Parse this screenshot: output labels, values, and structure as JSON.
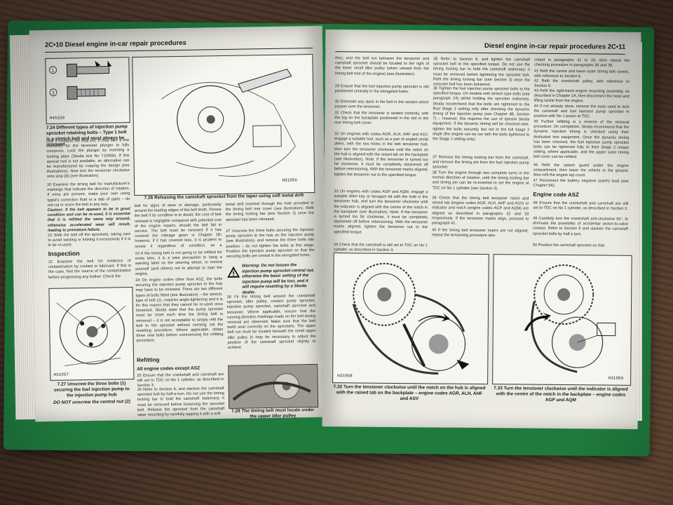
{
  "left_page": {
    "header": "2C•10  Diesel engine in-car repair procedures",
    "fig_724": {
      "id": "H45320",
      "marker_1": "1",
      "marker_2": "2",
      "caption": "7.24 Different types of injection pump sprocket retaining bolts – Type 1 bolt is a stretch bolt and must always be renewed"
    },
    "fig_726": {
      "id": "H31956",
      "caption": "7.26 Releasing the camshaft sprocket from the taper using soft metal drift"
    },
    "col1_text": "until it contacts the stop (A). It may take a few moments for the tensioner plunger to fully compress. Lock the plunger by inserting a locking plate (Skoda tool No T10008). If this special tool is not available, an alternative can be manufactured by copying the design (see illustrations). Now turn the tensioner clockwise onto stop (B) (see illustration).",
    "para20": "20 Examine the timing belt for manufacturer's markings that indicate the direction of rotation. If none are present, make your own using typist's correction fluid or a dab of paint – do not cut or score the belt in any way.",
    "caution": "Caution: If the belt appears to be in good condition and can be re-used, it is essential that it is refitted the same way around, otherwise accelerated wear will result, leading to premature failure.",
    "para21": "21 Slide the belt off the sprockets, taking care to avoid twisting or kinking it excessively if it is to be re-used.",
    "inspection_heading": "Inspection",
    "para22": "22 Examine the belt for evidence of contamination by coolant or lubricant. If this is the case, find the source of the contamination before progressing any further. Check the",
    "fig_727": {
      "id": "H31957",
      "caption": "7.27 Unscrew the three bolts (1) securing the fuel injection pump to the injection pump hub",
      "note": "DO NOT unscrew the central nut (2)"
    },
    "col2_text": "belt for signs of wear or damage, particularly around the leading edges of the belt teeth. Renew the belt if its condition is in doubt; the cost of belt renewal is negligible compared with potential cost of the engine repairs, should the belt fail in service. The belt must be renewed if it has covered the mileage given in Chapter 1B; however, if it has covered less, it is prudent to renew it regardless of condition, as a precautionary measure.",
    "para23": "23 If the timing belt is not going to be refitted for some time, it is a wise precaution to hang a warning label on the steering wheel, to remind yourself (and others) not to attempt to start the engine.",
    "para24": "24 On engine codes other than ASZ, the bolts securing the injection pump sprocket to the hub may have to be renewed. There are two different types of bolts fitted (see illustration) – the stretch-type of bolt (1), requires angle-tightening and it is for this reason that they cannot be re-used once loosened. Skoda state that the pump sprocket must be reset each time the timing belt is removed – it is not acceptable to simply refit the belt to the sprocket without carrying out the resetting procedure. Where applicable, obtain three new bolts before commencing the refitting procedure.",
    "refitting_heading": "Refitting",
    "engine_codes_asz": "All engine codes except ASZ",
    "para25": "25 Ensure that the crankshaft and camshaft are still set to TDC on No 1 cylinder, as described in Section 3.",
    "para26": "26 Refer to Section 8, and slacken the camshaft sprocket bolt by half-a-turn. Do not use the timing locking bar to hold the camshaft stationary; it must be removed before loosening the sprocket bolt. Release the sprocket from the camshaft taper mounting by carefully tapping it with a soft",
    "col3_text": "metal drift inserted through the hole provided in the timing belt rear cover (see illustration). Refit the timing locking bar (see Section 3) once the sprocket has been released.",
    "para27": "27 Unscrew the three bolts securing the injection pump sprocket to the hub on the injection pump (see illustration), and remove the three bolts into position – do not tighten the bolts at this stage. Position the injection pump sprocket so that the securing bolts are central in the elongated holes.",
    "warning": "Warning: Do not loosen the injection pump sprocket central nut, otherwise the basic setting of the injection pump will be lost, and it will require resetting by a Skoda dealer.",
    "para28": "28 Fit the timing belt around the crankshaft sprocket, idler pulley, coolant pump sprocket, injection pump sprocket, camshaft sprocket and tensioner. Where applicable, ensure that the running direction markings made on the belt during removal are observed. Make sure that the belt teeth seat correctly on the sprockets. The upper belt run must be located beneath the small upper idler pulley (it may be necessary to adjust the position of the camshaft sprocket slightly to achieve",
    "fig_728": {
      "caption": "7.28 The timing belt must locate under the upper idler pulley"
    }
  },
  "right_page": {
    "header": "Diesel engine in-car repair procedures  2C•11",
    "col1_text": "this), and the belt run between the tensioner and camshaft sprocket should be located to the right of the lower small idler pulley (when viewed from the timing belt end of the engine) (see illustration).",
    "para29": "29 Ensure that the fuel injection pump sprocket is still positioned centrally in the elongated holes.",
    "para30": "30 Eliminate any slack in the belt in the section which passes over the tensioner.",
    "para31": "31 Check that the tensioner is seated correctly, with the lug on the backplate positioned in the slot in the rear timing belt cover.",
    "para32": "32 On engines with codes AGR, ALH, AHF and ASV, engage a suitable tool, such as a pair of angled circlip pliers, with the two holes in the belt tensioner hub, then turn the tensioner clockwise until the notch on the hub is aligned with the raised tab on the backplate (see illustration). Note: If the tensioner is turned too far clockwise, it must be completely slackened off before retensioning. With the tensioner marks aligned, tighten the tensioner nut to the specified torque.",
    "para33": "33 On engines with codes AGP and AQM, engage a suitable Allen key or hexagon bit with the hole in the tensioner hub, and turn the tensioner clockwise until the indicator is aligned with the centre of the notch in the backplate (see illustration). Note: If the tensioner is turned too far clockwise, it must be completely slackened off before retensioning. With the tensioner marks aligned, tighten the tensioner nut to the specified torque.",
    "para34": "34 Check that the camshaft is still set to TDC on No 1 cylinder, as described in Section 3.",
    "col2_text": "35 Refer to Section 8, and tighten the camshaft sprocket bolt to the specified torque. Do not use the timing locking bar to hold the camshaft stationary; it must be removed before tightening the sprocket bolt. Refit the timing locking bar (see Section 3) once the sprocket bolt has been tightened.",
    "para36": "36 Tighten the fuel injection pump sprocket bolts to the specified torque. On models with stretch type bolts (see paragraph 24) whilst holding the sprocket stationary, Skoda recommend that the bolts are tightened to the final Stage 2 setting only after checking the dynamic timing of the injection pump (see Chapter 4B, Section 7) – however, this requires the use of special Skoda equipment. If the dynamic timing will be checked later, tighten the bolts securely, but not to the full Stage 2 angle (the engine can be run with the bolts tightened to the Stage 1 setting only).",
    "para37": "37 Remove the timing locking bar from the camshaft, and remove the timing pin from the fuel injection pump sprocket.",
    "para38": "38 Turn the engine through two complete turns in the normal direction of rotation, until the timing locking bar and timing pin can be re-inserted to set the engine at TDC on No 1 cylinder (see Section 3).",
    "para39": "39 Check that the timing belt tensioner notch and raised tab (engine codes AGR, ALH, AHF and ASV) or indicator and notch (engine codes AGP and AQM) are aligned as described in paragraphs 32 and 33 respectively. If the tensioner marks align, proceed to paragraph 41.",
    "para40": "40 If the timing belt tensioner marks are not aligned, repeat the tensioning procedure des-",
    "col3_text": "cribed in paragraphs 31 to 33, then repeat the checking procedure in paragraphs 38 and 39.",
    "para41": "41 Refit the centre and lower outer timing belt covers, with reference to Section 6.",
    "para42": "42 Refit the crankshaft pulley, with reference to Section 5.",
    "para43": "43 Refit the right-hand engine mounting assembly, as described in Chapter 1A, then disconnect the hoist and lifting tackle from the engine.",
    "para44": "44 If not already done, remove the tools used to lock the camshaft and fuel injection pump sprocket in position with No 1 piston at TDC.",
    "para45": "45 Further refitting is a reverse of the removal procedure. On completion, Skoda recommend that the dynamic injection timing is checked using their dedicated test equipment. Once the dynamic timing has been checked, the fuel injection pump sprocket bolts can be tightened fully to their Stage 2 torque setting, where applicable, and the upper outer timing belt cover can be refitted.",
    "para46": "46 Refit the splash guard under the engine compartment, then lower the vehicle to the ground. Also refit the engine top cover.",
    "para47": "47 Reconnect the battery negative (earth) lead (see Chapter 5A).",
    "asz_heading": "Engine code ASZ",
    "para48": "48 Ensure that the crankshaft and camshaft are still set to TDC on No 1 cylinder, as described in Section 3.",
    "para49": "49 Carefully turn the crankshaft anti-clockwise 90°, to eliminate the possibility of accidental piston-to-valve contact. Refer to Section 5 and slacken the camshaft sprocket bolts by half a turn.",
    "para50": "50 Position the camshaft sprocket so that",
    "fig_732": {
      "id": "H31958",
      "caption": "7.32 Turn the tensioner clockwise until the notch on the hub is aligned with the raised tab on the backplate – engine codes AGR, ALH, AHF and ASV"
    },
    "fig_733": {
      "id": "H31959",
      "caption": "7.33 Turn the tensioner clockwise until the indicator is aligned with the centre of the notch in the backplate – engine codes AGP and AQM"
    }
  },
  "colors": {
    "cover": "#1f7a3e",
    "paper": "#ecebe3",
    "wood": "#4a3526"
  }
}
